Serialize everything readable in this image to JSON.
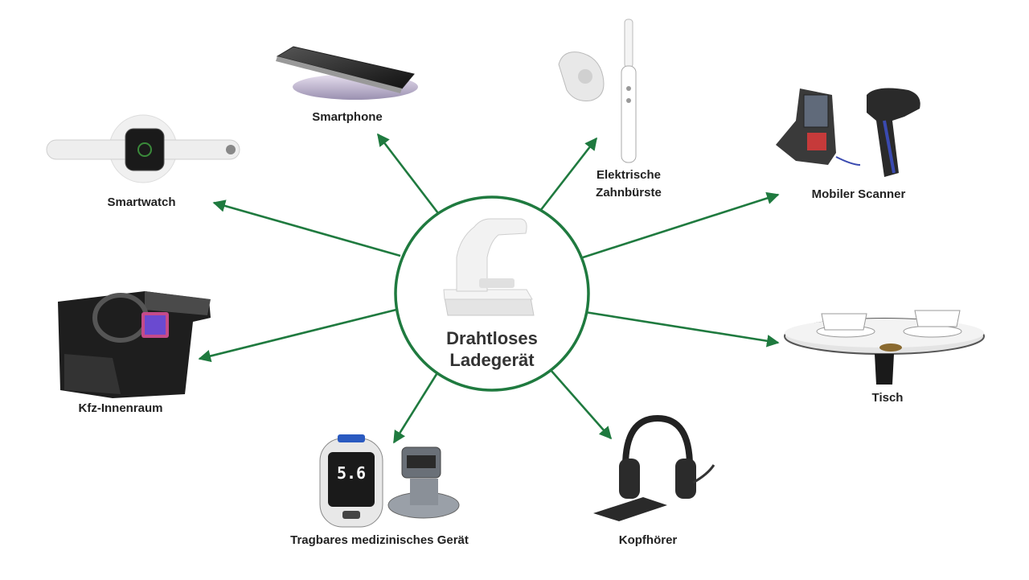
{
  "center": {
    "line1": "Drahtloses",
    "line2": "Ladegerät"
  },
  "devices": {
    "smartphone": {
      "label": "Smartphone"
    },
    "toothbrush": {
      "line1": "Elektrische",
      "line2": "Zahnbürste"
    },
    "smartwatch": {
      "label": "Smartwatch"
    },
    "scanner": {
      "label": "Mobiler Scanner"
    },
    "car": {
      "label": "Kfz-Innenraum"
    },
    "table": {
      "label": "Tisch"
    },
    "medical": {
      "label": "Tragbares medizinisches Gerät"
    },
    "headphones": {
      "label": "Kopfhörer"
    },
    "glucose": {
      "reading": "5.6"
    }
  },
  "colors": {
    "arrow": "#1f7a3f",
    "circle": "#1f7a3f"
  },
  "icons": [
    "smartphone-icon",
    "toothbrush-icon",
    "smartwatch-icon",
    "scanner-icon",
    "car-interior-icon",
    "table-icon",
    "glucose-meter-icon",
    "headphones-icon",
    "charger-stand-icon"
  ]
}
